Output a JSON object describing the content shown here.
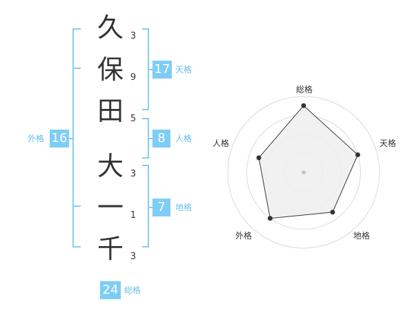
{
  "name": {
    "chars": [
      {
        "char": "久",
        "strokes": "3"
      },
      {
        "char": "保",
        "strokes": "9"
      },
      {
        "char": "田",
        "strokes": "5"
      },
      {
        "char": "大",
        "strokes": "3"
      },
      {
        "char": "一",
        "strokes": "1"
      },
      {
        "char": "千",
        "strokes": "3"
      }
    ]
  },
  "fortune": {
    "tenkaku": {
      "value": "17",
      "label": "天格"
    },
    "jinkaku": {
      "value": "8",
      "label": "人格"
    },
    "chikaku": {
      "value": "7",
      "label": "地格"
    },
    "gaikaku": {
      "value": "16",
      "label": "外格"
    },
    "soukaku": {
      "value": "24",
      "label": "総格"
    }
  },
  "chart_data": {
    "type": "radar",
    "categories": [
      "総格",
      "天格",
      "地格",
      "外格",
      "人格"
    ],
    "values": [
      0.88,
      0.75,
      0.65,
      0.75,
      0.62
    ],
    "rings": 4,
    "colors": {
      "fill": "#eeeeee",
      "line": "#333333",
      "point": "#333333",
      "ring": "#d9d9d9",
      "center": "#c8c8c8"
    }
  },
  "colors": {
    "bracket": "#85cdf2",
    "badge": "#7ecdf4",
    "badge_label": "#69c0ee"
  }
}
